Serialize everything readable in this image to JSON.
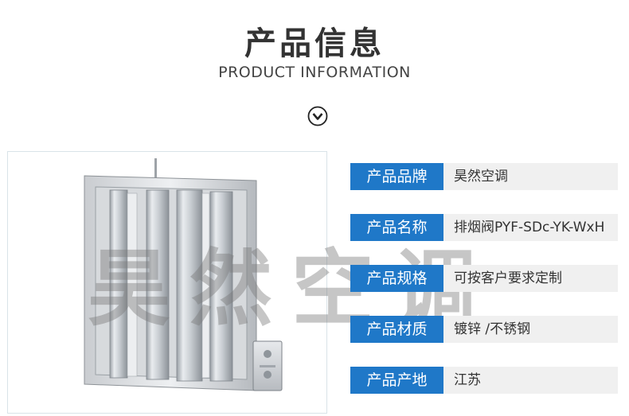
{
  "header": {
    "title": "产品信息",
    "subtitle": "PRODUCT INFORMATION"
  },
  "icons": {
    "scroll_down": "chevron-down-circle-icon"
  },
  "watermark": "昊然空调",
  "colors": {
    "label_bg": "#1f78c8",
    "row_bg": "#f0f0f0"
  },
  "specs": [
    {
      "label": "产品品牌",
      "value": "昊然空调"
    },
    {
      "label": "产品名称",
      "value": "排烟阀PYF-SDc-YK-WxH"
    },
    {
      "label": "产品规格",
      "value": "可按客户要求定制"
    },
    {
      "label": "产品材质",
      "value": "镀锌 /不锈钢"
    },
    {
      "label": "产品产地",
      "value": "江苏"
    }
  ]
}
